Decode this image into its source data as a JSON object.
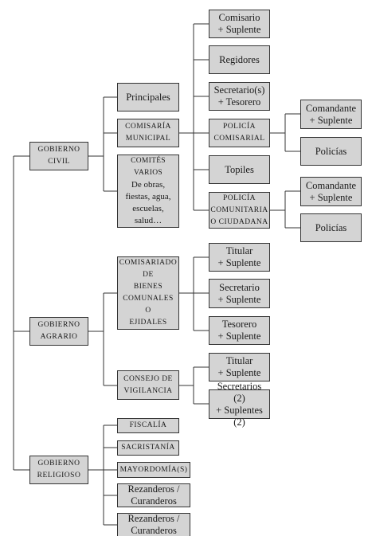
{
  "diagram": {
    "gobierno_civil": {
      "label": "GOBIERNO\nCIVIL"
    },
    "gobierno_agrario": {
      "label": "GOBIERNO\nAGRARIO"
    },
    "gobierno_religioso": {
      "label": "GOBIERNO\nRELIGIOSO"
    },
    "principales": {
      "label": "Principales"
    },
    "comisaria_municipal": {
      "label": "COMISARÍA\nMUNICIPAL"
    },
    "comites_varios": {
      "head": "COMITÉS VARIOS",
      "body": "De obras,\nfiestas, agua,\nescuelas,\nsalud…"
    },
    "comisario": {
      "label": "Comisario\n+ Suplente"
    },
    "regidores": {
      "label": "Regidores"
    },
    "secretario_tesorero": {
      "label": "Secretario(s)\n+ Tesorero"
    },
    "policia_comisarial": {
      "label": "POLICÍA\nCOMISARIAL"
    },
    "topiles": {
      "label": "Topiles"
    },
    "policia_comunitaria": {
      "label": "POLICÍA\nCOMUNITARIA\nO CIUDADANA"
    },
    "comandante_1": {
      "label": "Comandante\n+ Suplente"
    },
    "policias_1": {
      "label": "Policías"
    },
    "comandante_2": {
      "label": "Comandante\n+ Suplente"
    },
    "policias_2": {
      "label": "Policías"
    },
    "comisariado": {
      "label": "COMISARIADO\nDE\nBIENES\nCOMUNALES\nO\nEJIDALES"
    },
    "titular_1": {
      "label": "Titular\n+ Suplente"
    },
    "secretario_suplente": {
      "label": "Secretario\n+ Suplente"
    },
    "tesorero_suplente": {
      "label": "Tesorero\n+ Suplente"
    },
    "consejo_vigilancia": {
      "label": "CONSEJO DE\nVIGILANCIA"
    },
    "titular_2": {
      "label": "Titular\n+ Suplente"
    },
    "secretarios_2": {
      "label": "Secretarios (2)\n+ Suplentes (2)"
    },
    "fiscalia": {
      "label": "FISCALÍA"
    },
    "sacristania": {
      "label": "SACRISTANÍA"
    },
    "mayordomias": {
      "label": "MAYORDOMÍA(S)"
    },
    "rezanderos_1": {
      "label": "Rezanderos /\nCuranderos"
    },
    "rezanderos_2": {
      "label": "Rezanderos /\nCuranderos"
    }
  }
}
